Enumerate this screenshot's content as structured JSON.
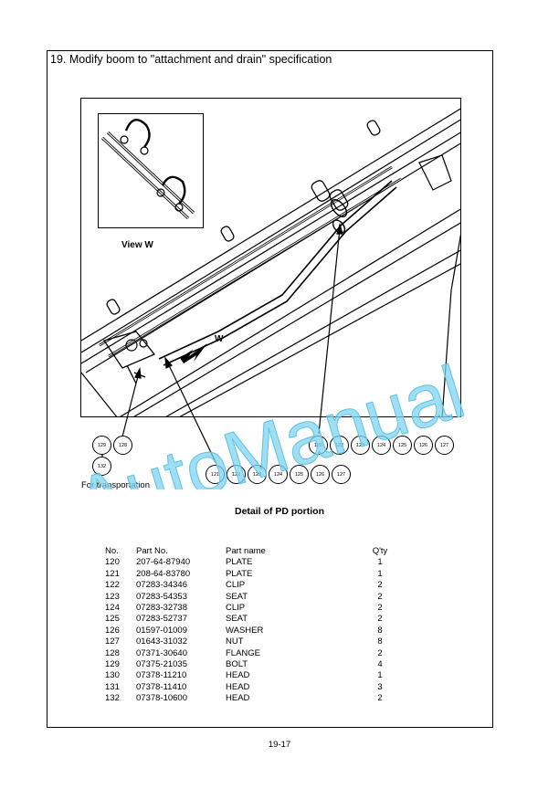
{
  "title": "19. Modify boom to \"attachment and drain\" specification",
  "figure": {
    "view_label": "View W",
    "arrow_label": "W",
    "callouts_right": [
      "120",
      "122",
      "123",
      "124",
      "125",
      "126",
      "127"
    ],
    "callouts_middle": [
      "121",
      "122",
      "123",
      "124",
      "125",
      "126",
      "127"
    ],
    "callouts_left": [
      "129",
      "128"
    ],
    "callout_below": "132",
    "transport_note": "For transportation"
  },
  "detail_title": "Detail of PD portion",
  "parts_table": {
    "headers": [
      "No.",
      "Part No.",
      "Part name",
      "Q'ty"
    ],
    "rows": [
      [
        "120",
        "207-64-87940",
        "PLATE",
        "1"
      ],
      [
        "121",
        "208-64-83780",
        "PLATE",
        "1"
      ],
      [
        "122",
        "07283-34346",
        "CLIP",
        "2"
      ],
      [
        "123",
        "07283-54353",
        "SEAT",
        "2"
      ],
      [
        "124",
        "07283-32738",
        "CLIP",
        "2"
      ],
      [
        "125",
        "07283-52737",
        "SEAT",
        "2"
      ],
      [
        "126",
        "01597-01009",
        "WASHER",
        "8"
      ],
      [
        "127",
        "01643-31032",
        "NUT",
        "8"
      ],
      [
        "128",
        "07371-30640",
        "FLANGE",
        "2"
      ],
      [
        "129",
        "07375-21035",
        "BOLT",
        "4"
      ],
      [
        "130",
        "07378-11210",
        "HEAD",
        "1"
      ],
      [
        "131",
        "07378-11410",
        "HEAD",
        "3"
      ],
      [
        "132",
        "07378-10600",
        "HEAD",
        "2"
      ]
    ]
  },
  "watermark": "AutoManual",
  "page_number": "19-17",
  "colors": {
    "watermark": "#7fd3ef",
    "ink": "#000000"
  }
}
